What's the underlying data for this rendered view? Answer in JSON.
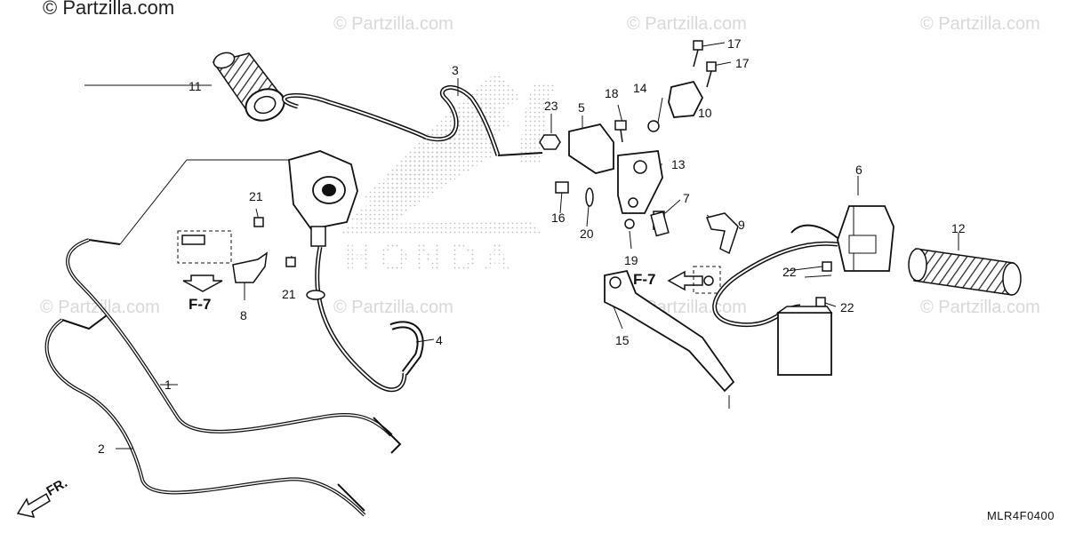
{
  "watermark": {
    "main": "© Partzilla.com",
    "repeat": "© Partzilla.com"
  },
  "diagram_code": "MLR4F0400",
  "direction_label": "FR.",
  "reference_label": "F-7",
  "brand_logo": "HONDA",
  "callouts": [
    {
      "id": "1",
      "label": "1"
    },
    {
      "id": "2",
      "label": "2"
    },
    {
      "id": "3",
      "label": "3"
    },
    {
      "id": "4",
      "label": "4"
    },
    {
      "id": "5",
      "label": "5"
    },
    {
      "id": "6",
      "label": "6"
    },
    {
      "id": "7",
      "label": "7"
    },
    {
      "id": "8",
      "label": "8"
    },
    {
      "id": "9",
      "label": "9"
    },
    {
      "id": "10",
      "label": "10"
    },
    {
      "id": "11",
      "label": "11"
    },
    {
      "id": "12",
      "label": "12"
    },
    {
      "id": "13",
      "label": "13"
    },
    {
      "id": "14",
      "label": "14"
    },
    {
      "id": "15",
      "label": "15"
    },
    {
      "id": "16",
      "label": "16"
    },
    {
      "id": "17a",
      "label": "17"
    },
    {
      "id": "17b",
      "label": "17"
    },
    {
      "id": "18",
      "label": "18"
    },
    {
      "id": "19",
      "label": "19"
    },
    {
      "id": "20",
      "label": "20"
    },
    {
      "id": "21a",
      "label": "21"
    },
    {
      "id": "21b",
      "label": "21"
    },
    {
      "id": "22a",
      "label": "22"
    },
    {
      "id": "22b",
      "label": "22"
    },
    {
      "id": "23",
      "label": "23"
    }
  ]
}
